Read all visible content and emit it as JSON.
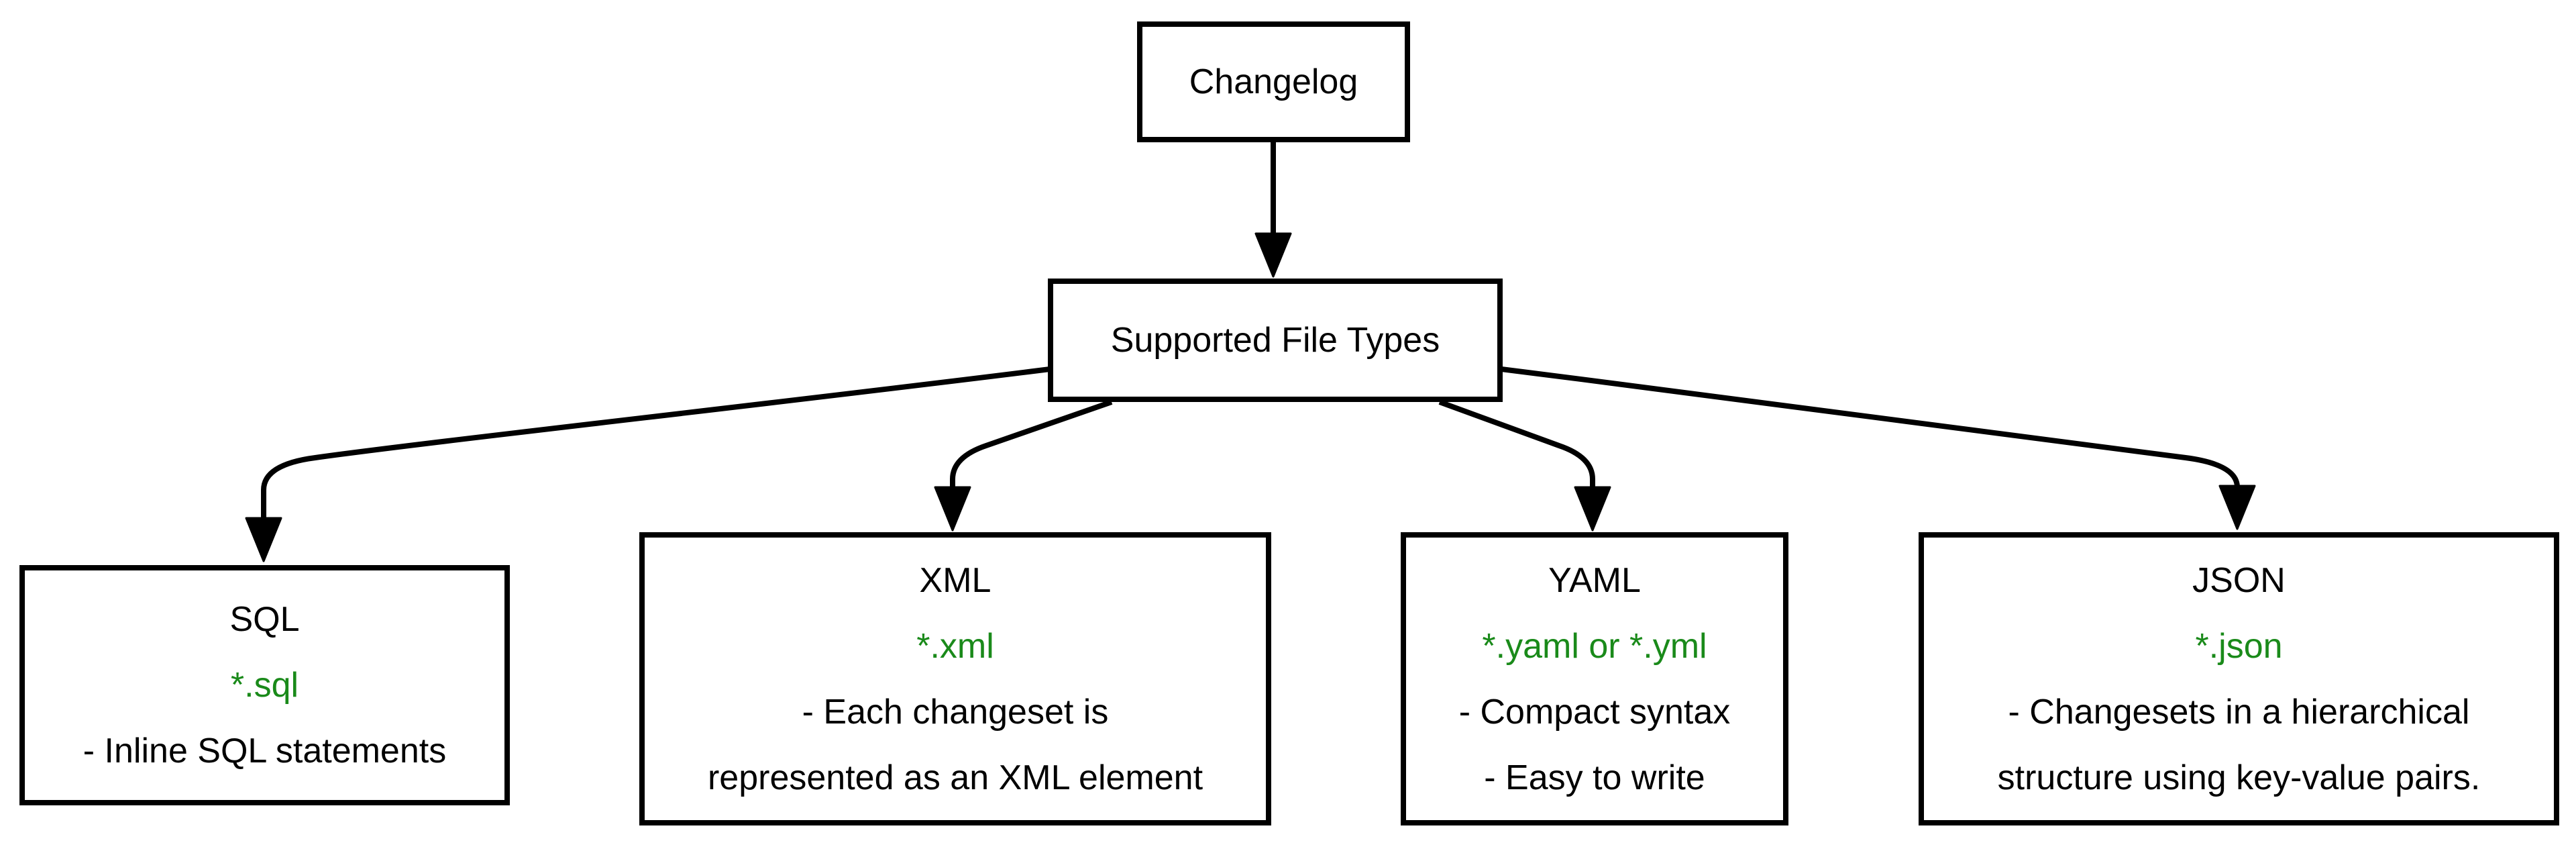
{
  "colors": {
    "accent_green": "#1a8a1a",
    "stroke_black": "#000000",
    "background": "#ffffff"
  },
  "diagram": {
    "root": {
      "label": "Changelog"
    },
    "hub": {
      "label": "Supported File Types"
    },
    "leaves": [
      {
        "title": "SQL",
        "file_pattern": "*.sql",
        "description_lines": [
          "- Inline SQL statements"
        ]
      },
      {
        "title": "XML",
        "file_pattern": "*.xml",
        "description_lines": [
          "- Each changeset is",
          "represented as an XML element"
        ]
      },
      {
        "title": "YAML",
        "file_pattern": "*.yaml or *.yml",
        "description_lines": [
          "- Compact syntax",
          "- Easy to write"
        ]
      },
      {
        "title": "JSON",
        "file_pattern": "*.json",
        "description_lines": [
          "- Changesets in a hierarchical",
          "structure using key-value pairs."
        ]
      }
    ]
  }
}
